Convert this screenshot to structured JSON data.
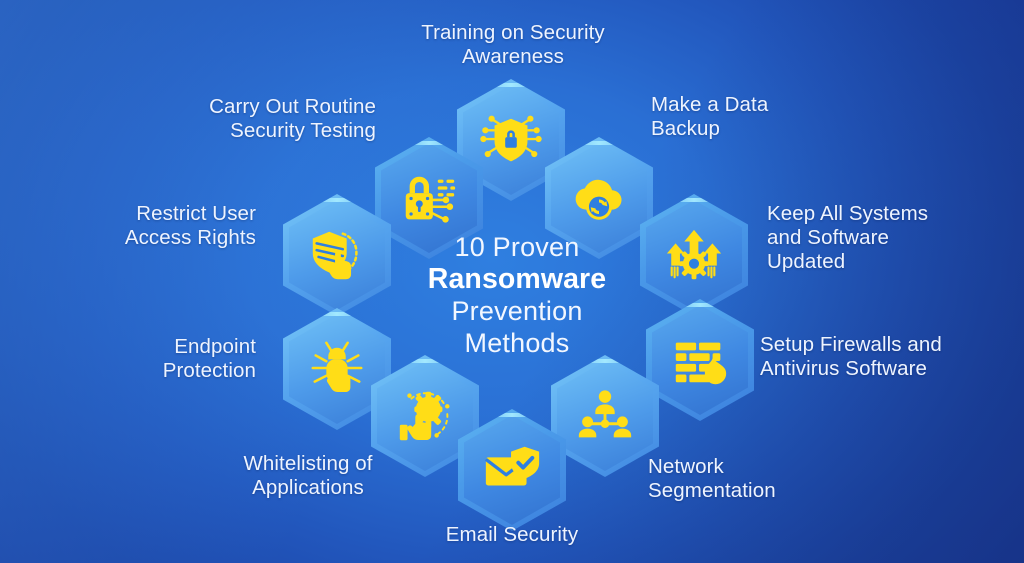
{
  "title": {
    "line1": "10 Proven",
    "line2": "Ransomware",
    "line3": "Prevention",
    "line4": "Methods"
  },
  "colors": {
    "background_deep": "#19399a",
    "background_mid": "#2a6fd4",
    "hexagon_light": "#5fb6f2",
    "hexagon_dark": "#3272cf",
    "icon_yellow": "#ffdd17",
    "label_text": "#eef4ff",
    "title_text": "#ffffff"
  },
  "methods": [
    {
      "id": 1,
      "label": "Training on Security\nAwareness",
      "icon": "shield-lock-circuit-icon"
    },
    {
      "id": 2,
      "label": "Make a Data\nBackup",
      "icon": "cloud-sync-backup-icon"
    },
    {
      "id": 3,
      "label": "Keep All Systems\nand Software\nUpdated",
      "icon": "arrows-up-gear-update-icon"
    },
    {
      "id": 4,
      "label": "Setup Firewalls and\nAntivirus Software",
      "icon": "firewall-brickwall-flame-icon"
    },
    {
      "id": 5,
      "label": "Network\nSegmentation",
      "icon": "network-nodes-users-icon"
    },
    {
      "id": 6,
      "label": "Email Security",
      "icon": "envelope-shield-check-icon"
    },
    {
      "id": 7,
      "label": "Whitelisting of\nApplications",
      "icon": "hand-lightbulb-gear-icon"
    },
    {
      "id": 8,
      "label": "Endpoint\nProtection",
      "icon": "bug-lock-cursor-icon"
    },
    {
      "id": 9,
      "label": "Restrict User\nAccess Rights",
      "icon": "shield-hand-restrict-icon"
    },
    {
      "id": 10,
      "label": "Carry Out Routine\nSecurity Testing",
      "icon": "padlock-circuit-test-icon"
    }
  ]
}
